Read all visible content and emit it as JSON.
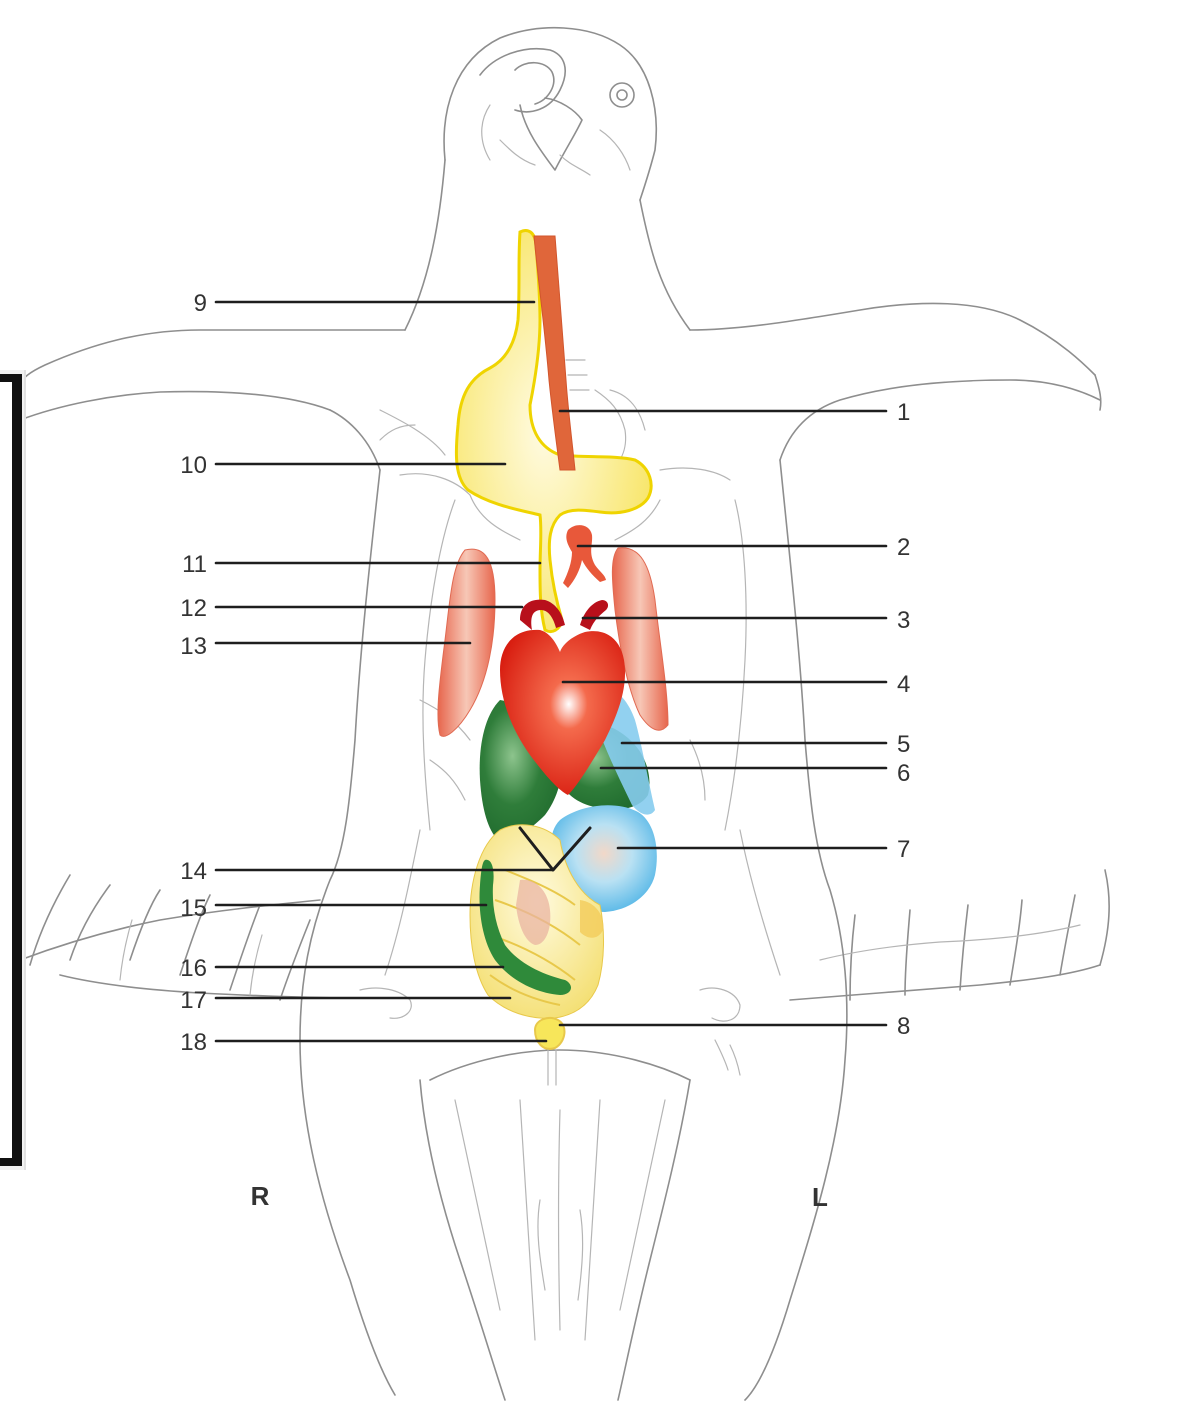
{
  "diagram": {
    "side_labels": {
      "right": "R",
      "left": "L"
    },
    "callouts_left": [
      {
        "id": "9",
        "text": "9"
      },
      {
        "id": "10",
        "text": "10"
      },
      {
        "id": "11",
        "text": "11"
      },
      {
        "id": "12",
        "text": "12"
      },
      {
        "id": "13",
        "text": "13"
      },
      {
        "id": "14",
        "text": "14"
      },
      {
        "id": "15",
        "text": "15"
      },
      {
        "id": "16",
        "text": "16"
      },
      {
        "id": "17",
        "text": "17"
      },
      {
        "id": "18",
        "text": "18"
      }
    ],
    "callouts_right": [
      {
        "id": "1",
        "text": "1"
      },
      {
        "id": "2",
        "text": "2"
      },
      {
        "id": "3",
        "text": "3"
      },
      {
        "id": "4",
        "text": "4"
      },
      {
        "id": "5",
        "text": "5"
      },
      {
        "id": "6",
        "text": "6"
      },
      {
        "id": "7",
        "text": "7"
      },
      {
        "id": "8",
        "text": "8"
      }
    ],
    "colors": {
      "outline": "#8e8e8e",
      "crop_esophagus": "#f7e65a",
      "trachea": "#e0663a",
      "heart": "#e32a1c",
      "aorta": "#b80f1c",
      "lungs": "#ec8e75",
      "liver": "#2f7d3a",
      "gizzard": "#7fc7ea",
      "intestine": "#f6e78c",
      "leader": "#1e1e1e"
    }
  }
}
